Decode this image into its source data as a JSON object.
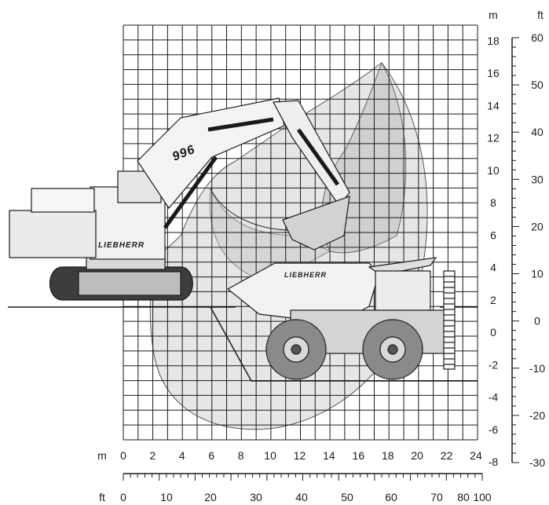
{
  "diagram": {
    "units": {
      "left_m": "m",
      "right_m": "m",
      "right_ft": "ft",
      "bottom_ft": "ft"
    },
    "y_axis_m": [
      "18",
      "16",
      "14",
      "12",
      "10",
      "8",
      "6",
      "4",
      "2",
      "0",
      "-2",
      "-4",
      "-6",
      "-8"
    ],
    "y_axis_ft": [
      "60",
      "50",
      "40",
      "30",
      "20",
      "10",
      "0",
      "-10",
      "-20",
      "-30"
    ],
    "x_axis_m": [
      "0",
      "2",
      "4",
      "6",
      "8",
      "10",
      "12",
      "14",
      "16",
      "18",
      "20",
      "22",
      "24"
    ],
    "x_axis_ft": [
      "0",
      "10",
      "20",
      "30",
      "40",
      "50",
      "60",
      "70",
      "80",
      "100"
    ],
    "excavator": {
      "model": "996",
      "brand": "LIEBHERR"
    },
    "truck": {
      "brand": "LIEBHERR"
    },
    "colors": {
      "grid": "#1a1a1a",
      "envelope_light": "#e3e3e3",
      "envelope_dark": "#cdcdcd",
      "machine_fill": "#f4f4f4",
      "track": "#3a3a3a"
    }
  }
}
